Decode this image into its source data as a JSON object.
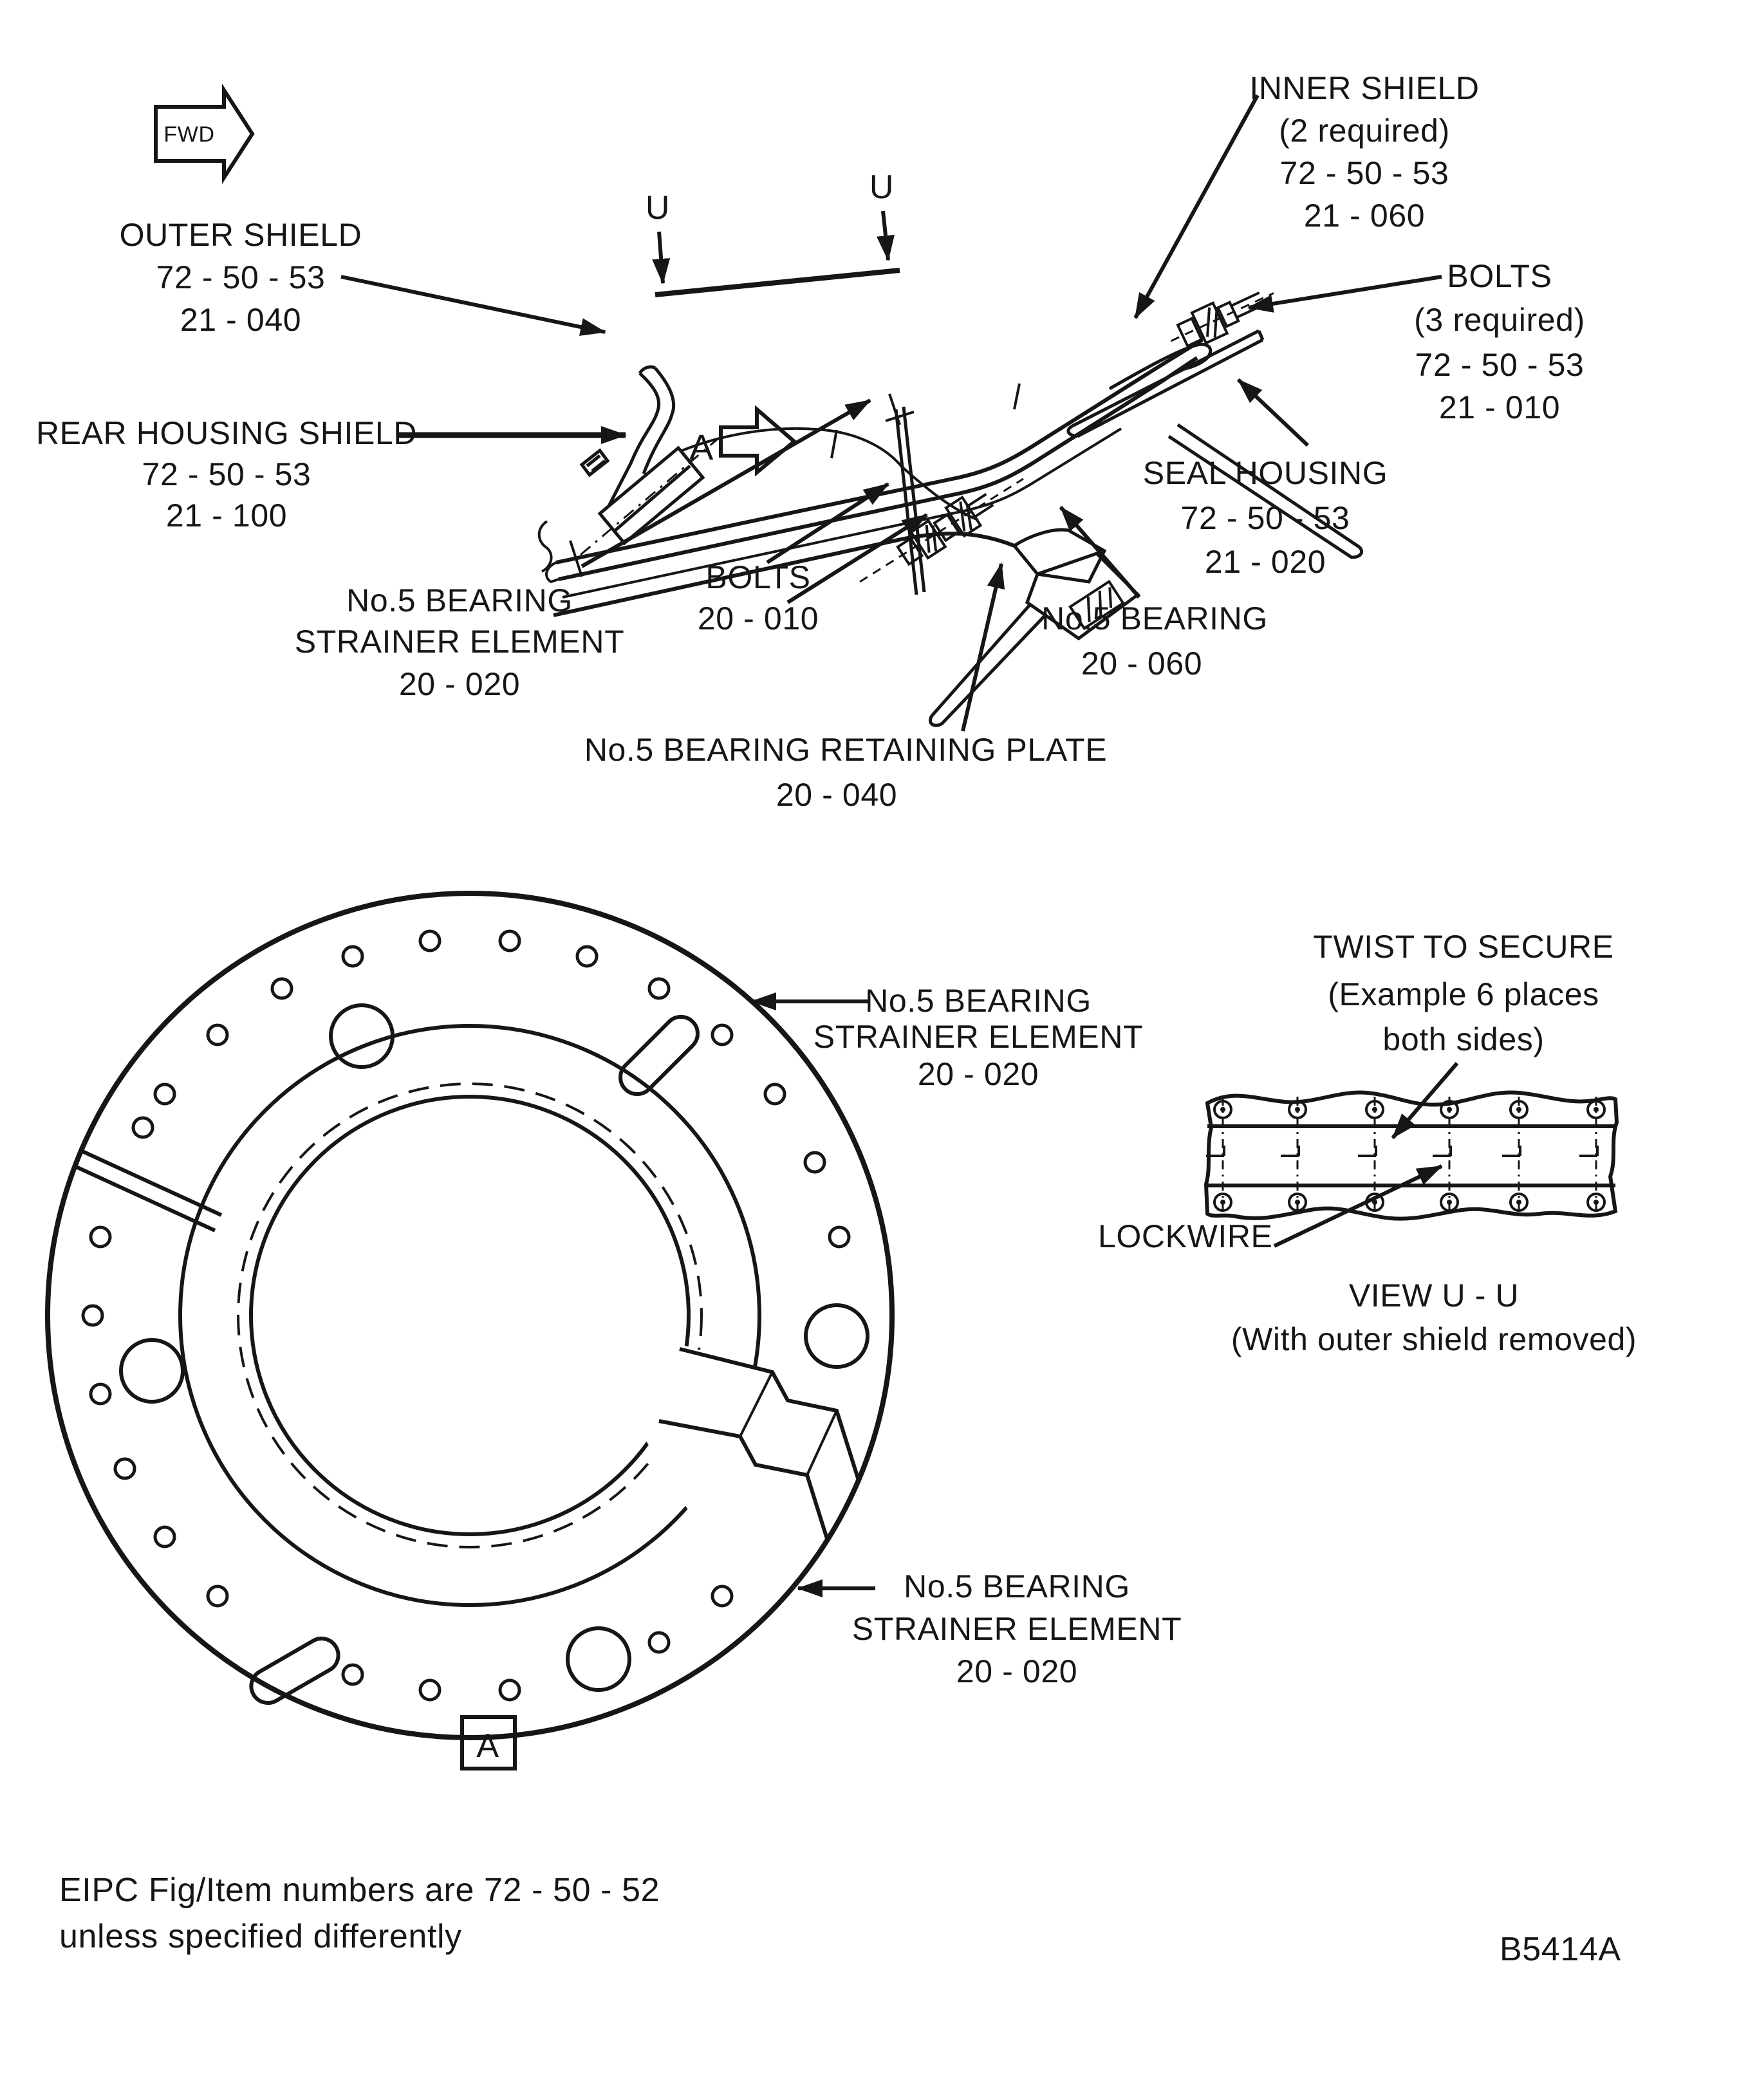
{
  "page": {
    "background": "#ffffff",
    "ink": "#161616"
  },
  "figure": {
    "code": "B5414A",
    "fwd": "FWD",
    "section_marker": "U",
    "detail_marker": "A",
    "footnote": [
      "EIPC Fig/Item numbers are 72 - 50 - 52",
      "unless specified differently"
    ]
  },
  "callouts": {
    "outer_shield": {
      "lines": [
        "OUTER SHIELD",
        "72 - 50 - 53",
        "21 - 040"
      ]
    },
    "inner_shield": {
      "lines": [
        "INNER SHIELD",
        "(2 required)",
        "72 - 50 - 53",
        "21 - 060"
      ]
    },
    "bolts_inner_shield": {
      "lines": [
        "BOLTS",
        "(3 required)",
        "72 - 50 - 53",
        "21 - 010"
      ]
    },
    "rear_housing_shield": {
      "lines": [
        "REAR HOUSING SHIELD",
        "72 - 50 - 53",
        "21 - 100"
      ]
    },
    "seal_housing": {
      "lines": [
        "SEAL HOUSING",
        "72 - 50 - 53",
        "21 - 020"
      ]
    },
    "strainer_element_section": {
      "lines": [
        "No.5 BEARING",
        "STRAINER ELEMENT",
        "20 - 020"
      ]
    },
    "bolts_bearing": {
      "lines": [
        "BOLTS",
        "20 - 010"
      ]
    },
    "bearing": {
      "lines": [
        "No.5 BEARING",
        "20 - 060"
      ]
    },
    "retaining_plate": {
      "lines": [
        "No.5 BEARING RETAINING PLATE",
        "20 - 040"
      ]
    },
    "strainer_element_upper": {
      "lines": [
        "No.5 BEARING",
        "STRAINER ELEMENT",
        "20 - 020"
      ]
    },
    "strainer_element_lower": {
      "lines": [
        "No.5 BEARING",
        "STRAINER ELEMENT",
        "20 - 020"
      ]
    },
    "twist_to_secure": {
      "lines": [
        "TWIST TO SECURE",
        "(Example 6 places",
        "both sides)"
      ]
    },
    "lockwire": {
      "lines": [
        "LOCKWIRE"
      ]
    },
    "view_uu": {
      "lines": [
        "VIEW U - U",
        "(With outer shield removed)"
      ]
    }
  }
}
